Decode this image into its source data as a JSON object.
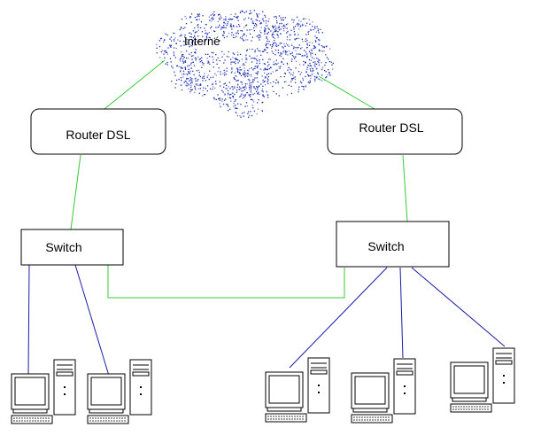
{
  "internet": {
    "label": "Interné"
  },
  "routers": [
    {
      "label": "Router DSL"
    },
    {
      "label": "Router DSL"
    }
  ],
  "switches": [
    {
      "label": "Switch"
    },
    {
      "label": "Switch"
    }
  ],
  "colors": {
    "wan_link": "#33cc33",
    "lan_link": "#1a1aa8",
    "cloud_dots": "#1f2fb0",
    "outline": "#000000"
  },
  "icons": {
    "cloud": "internet-cloud-icon",
    "computer": "desktop-computer-icon"
  }
}
